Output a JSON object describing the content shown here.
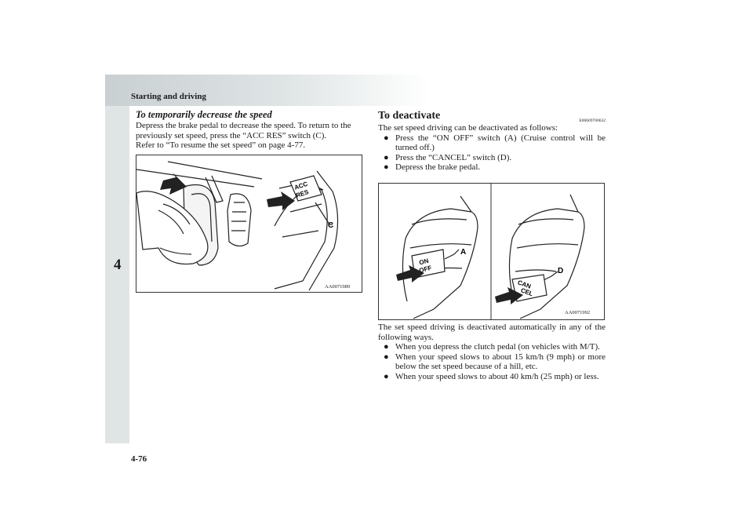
{
  "header": {
    "title": "Starting and driving"
  },
  "chapter_tab": "4",
  "footer": {
    "page_number": "4-76"
  },
  "left": {
    "heading": "To temporarily decrease the speed",
    "paragraph_lines": [
      "Depress the brake pedal to decrease the speed. To return to the",
      "previously set speed, press the “ACC RES” switch (C).",
      "Refer to “To resume the set speed” on page 4-77."
    ],
    "figure": {
      "code": "AA0071989",
      "switch_text": [
        "ACC",
        "RES"
      ],
      "callout": "C"
    }
  },
  "right": {
    "heading": "To deactivate",
    "doc_code": "E00609700632",
    "intro": "The set speed driving can be deactivated as follows:",
    "methods": [
      "Press the “ON OFF” switch (A) (Cruise control will be turned off.)",
      "Press the “CANCEL” switch (D).",
      "Depress the brake pedal."
    ],
    "figure": {
      "code": "AA0071992",
      "switch_a_text": [
        "ON",
        "OFF"
      ],
      "callout_a": "A",
      "switch_d_text": [
        "CAN",
        "CEL"
      ],
      "callout_d": "D"
    },
    "auto_intro": "The set speed driving is deactivated automatically in any of the following ways.",
    "auto_items": [
      "When you depress the clutch pedal (on vehicles with M/T).",
      "When your speed slows to about 15 km/h (9 mph) or more below the set speed because of a hill, etc.",
      "When your speed slows to about 40 km/h (25 mph) or less."
    ]
  }
}
